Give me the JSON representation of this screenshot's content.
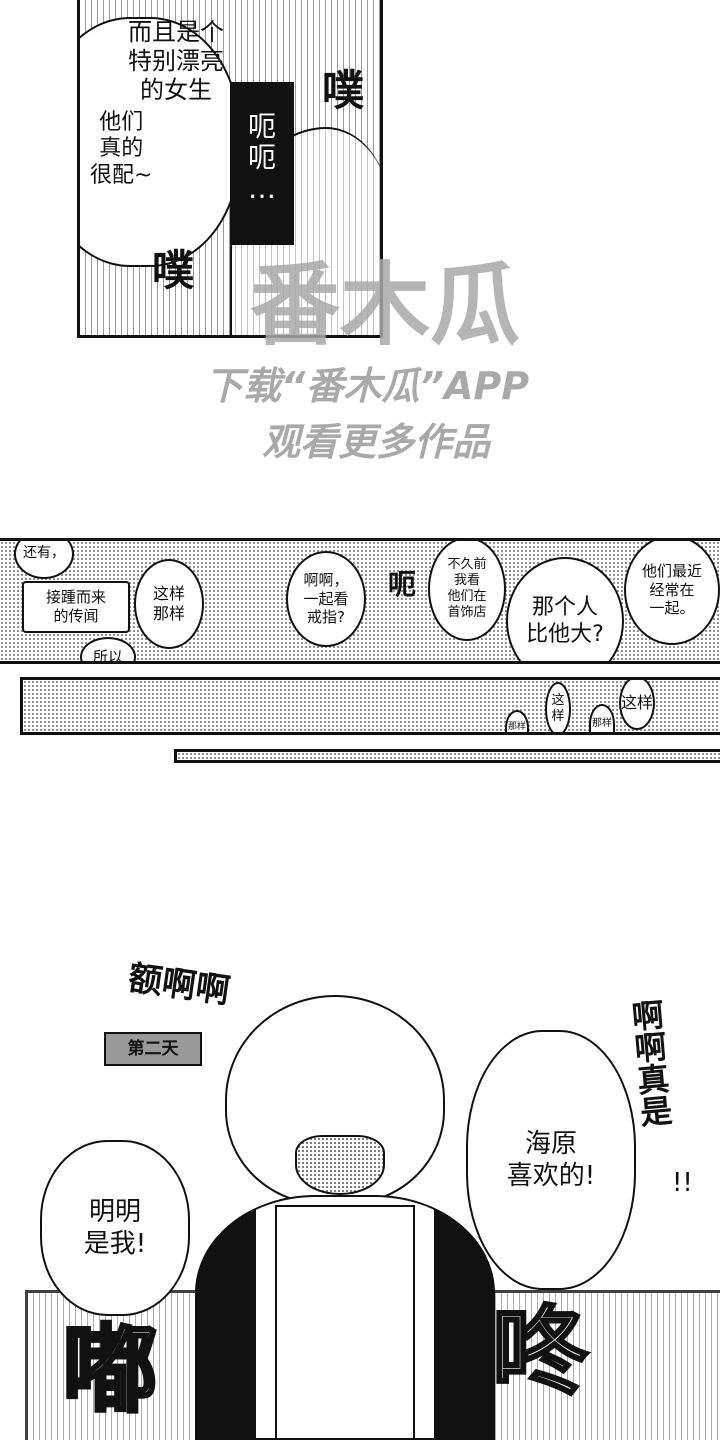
{
  "panel1": {
    "speech1": "而且是个\n特别漂亮\n的女生",
    "speech2": "他们\n真的\n很配~",
    "caption_black": "呃\n呃\n…",
    "sfx_top": "噗",
    "sfx_bottom": "噗"
  },
  "watermark": {
    "logo": "番木瓜",
    "line1": "下载“番木瓜”APP",
    "line2": "观看更多作品"
  },
  "panel2": {
    "bubbles": [
      "还有，",
      "接踵而来\n的传闻",
      "这样\n那样",
      "所以",
      "啊啊，\n一起看\n戒指?",
      "不久前\n我看\n他们在\n首饰店",
      "那个人\n比他大?",
      "他们最近\n经常在\n一起。"
    ],
    "sfx": "呃"
  },
  "panel3": {
    "bubbles": [
      "这样",
      "那样",
      "这样",
      "那样"
    ]
  },
  "panel5": {
    "caption": "第二天",
    "sfx_top": "额啊啊",
    "sfx_right": "啊\n啊\n真\n是",
    "sfx_exclaim": "!!",
    "speech_right": "海原\n喜欢的!",
    "speech_left": "明明\n是我!",
    "sfx_left": "嘟",
    "sfx_right_bottom": "咚"
  }
}
